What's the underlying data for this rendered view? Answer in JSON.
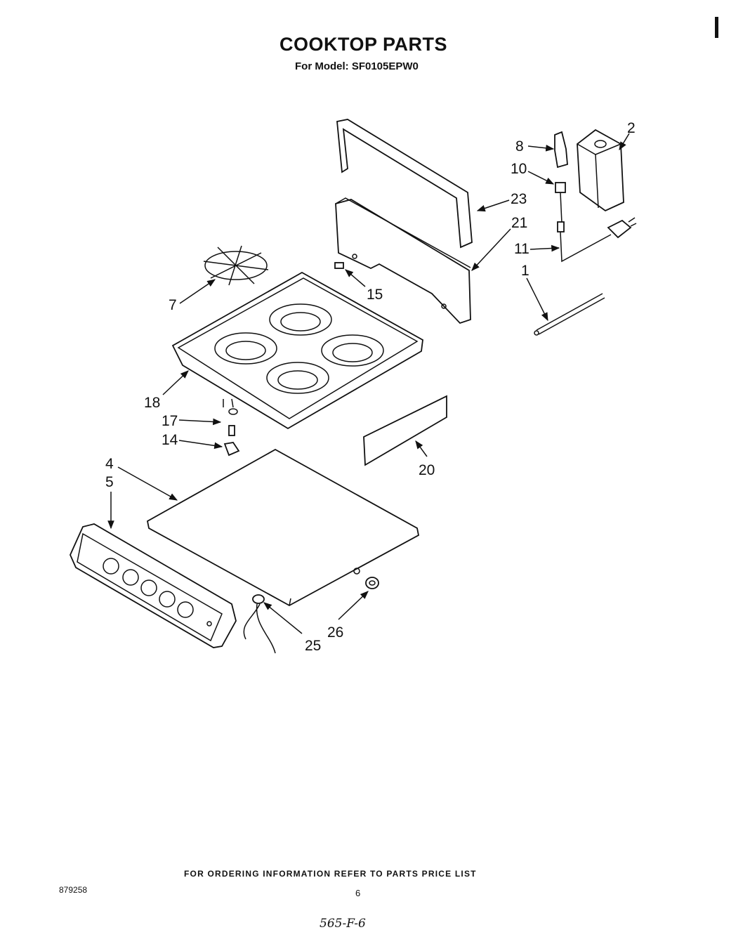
{
  "header": {
    "title": "COOKTOP PARTS",
    "model_line": "For Model: SF0105EPW0"
  },
  "footer": {
    "ordering_note": "FOR ORDERING INFORMATION REFER TO PARTS PRICE LIST",
    "doc_number": "879258",
    "page_number": "6",
    "handwritten_note": "565-F-6"
  },
  "diagram": {
    "labels": {
      "p2": "2",
      "p8": "8",
      "p10": "10",
      "p23": "23",
      "p21": "21",
      "p11": "11",
      "p1": "1",
      "p7": "7",
      "p15": "15",
      "p18": "18",
      "p17": "17",
      "p14": "14",
      "p20": "20",
      "p4": "4",
      "p5": "5",
      "p25": "25",
      "p26": "26"
    }
  }
}
